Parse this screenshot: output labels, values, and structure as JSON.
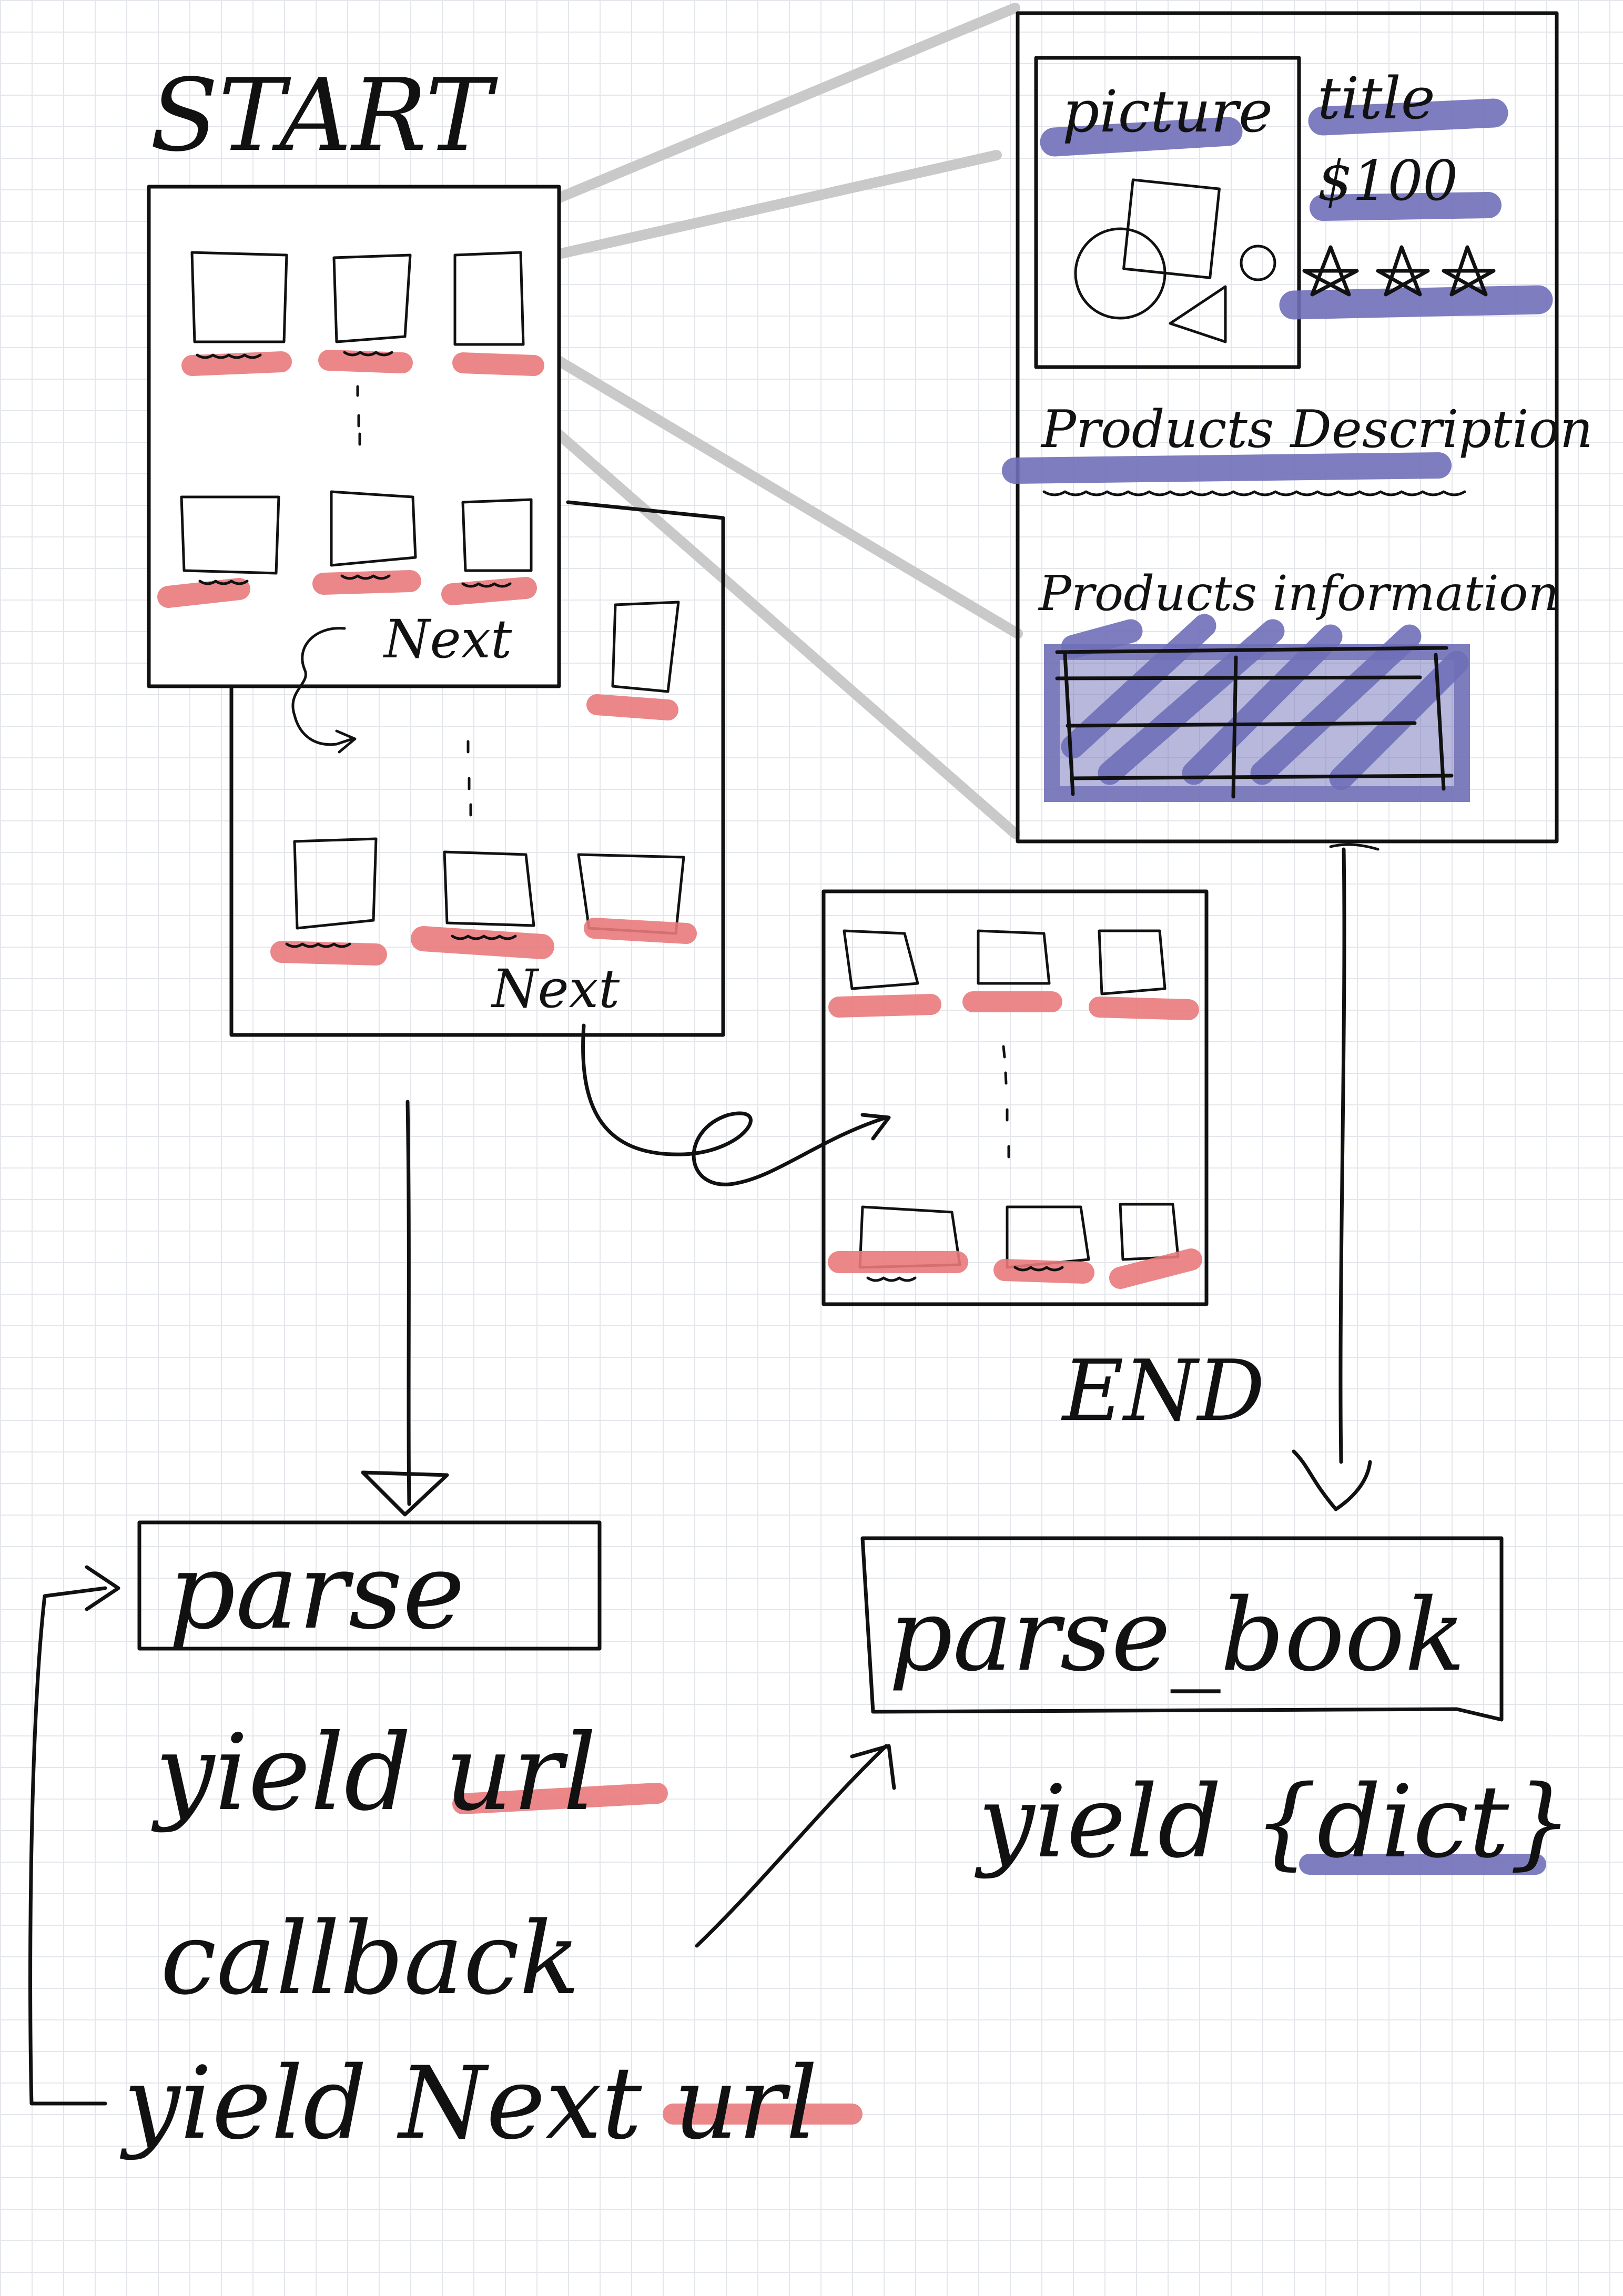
{
  "labels": {
    "start": "START",
    "next_1": "Next",
    "next_2": "Next",
    "end": "END"
  },
  "detail_page": {
    "picture": "picture",
    "title": "title",
    "price": "$100",
    "products_description": "Products Description",
    "products_information": "Products information"
  },
  "functions": {
    "parse": {
      "name": "parse",
      "lines": [
        "yield url",
        "callback",
        "yield Next url"
      ]
    },
    "parse_book": {
      "name": "parse_book",
      "lines": [
        "yield {dict}"
      ]
    }
  },
  "colors": {
    "ink": "#111111",
    "link_highlight": "#e97a7c",
    "field_highlight": "#6f6fb8",
    "connector": "#c9c9c9",
    "grid": "#e3e6ea"
  }
}
